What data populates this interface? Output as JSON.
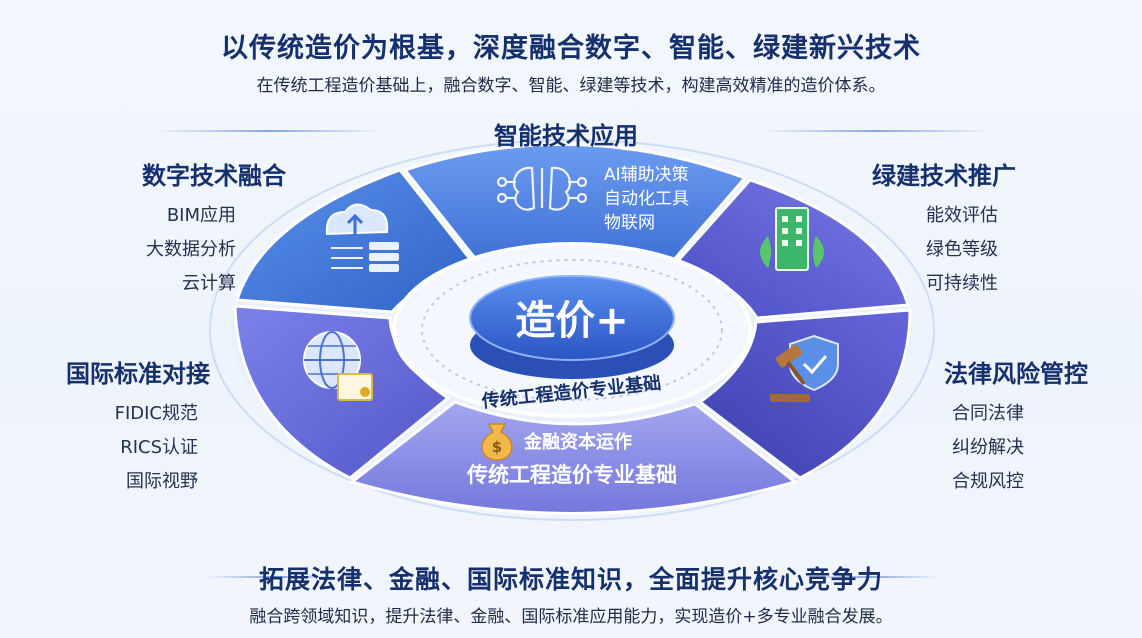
{
  "header": {
    "title": "以传统造价为根基，深度融合数字、智能、绿建新兴技术",
    "subtitle": "在传统工程造价基础上，融合数字、智能、绿建等技术，构建高效精准的造价体系。"
  },
  "center": {
    "label": "造价+",
    "inner_ring_label": "传统工程造价专业基础"
  },
  "segments": {
    "smart": {
      "title": "智能技术应用",
      "items": [
        "AI辅助决策",
        "自动化工具",
        "物联网"
      ],
      "icon": "ai-brain-gears-icon"
    },
    "digital": {
      "title": "数字技术融合",
      "items": [
        "BIM应用",
        "大数据分析",
        "云计算"
      ],
      "icon": "cloud-server-icon"
    },
    "green": {
      "title": "绿建技术推广",
      "items": [
        "能效评估",
        "绿色等级",
        "可持续性"
      ],
      "icon": "green-building-icon"
    },
    "international": {
      "title": "国际标准对接",
      "items": [
        "FIDIC规范",
        "RICS认证",
        "国际视野"
      ],
      "icon": "globe-certificate-icon"
    },
    "legal": {
      "title": "法律风险管控",
      "items": [
        "合同法律",
        "纠纷解决",
        "合规风控"
      ],
      "icon": "gavel-shield-icon"
    },
    "base": {
      "line1": "金融资本运作",
      "line2": "传统工程造价专业基础",
      "icon": "money-bag-icon"
    }
  },
  "footer": {
    "title": "拓展法律、金融、国际标准知识，全面提升核心竞争力",
    "subtitle": "融合跨领域知识，提升法律、金融、国际标准应用能力，实现造价+多专业融合发展。"
  },
  "colors": {
    "navy": "#16306e",
    "blue_top": "#4b7fe0",
    "blue_left": "#3f78dc",
    "violet": "#5d62d4",
    "lavender": "#8f93e6"
  }
}
